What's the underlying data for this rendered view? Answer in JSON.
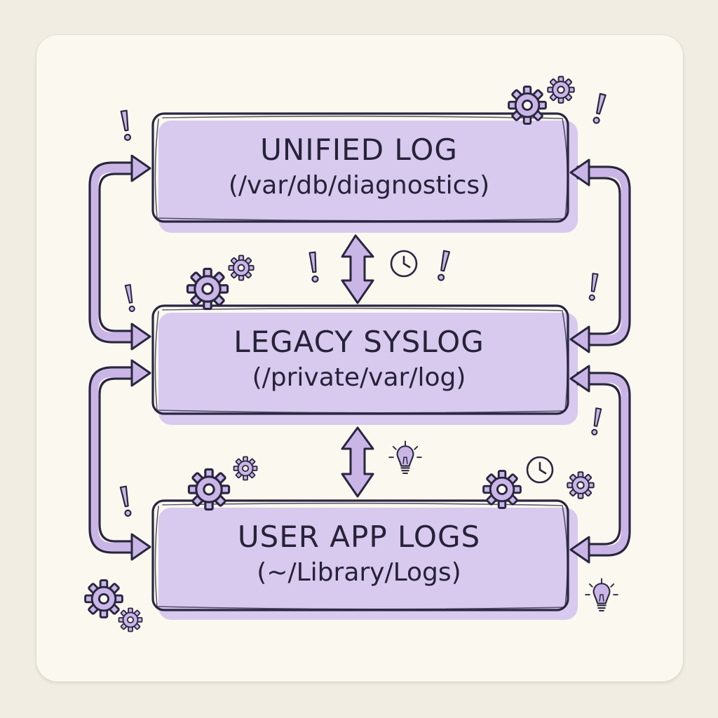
{
  "diagram": {
    "nodes": [
      {
        "id": "unified",
        "title": "UNIFIED LOG",
        "path": "(/var/db/diagnostics)"
      },
      {
        "id": "legacy",
        "title": "LEGACY SYSLOG",
        "path": "(/private/var/log)"
      },
      {
        "id": "user",
        "title": "USER APP LOGS",
        "path": "(~/Library/Logs)"
      }
    ],
    "edges": [
      {
        "from": "unified",
        "to": "legacy",
        "style": "double-arrow"
      },
      {
        "from": "legacy",
        "to": "user",
        "style": "double-arrow"
      },
      {
        "from": "unified",
        "to": "legacy",
        "style": "left-loop"
      },
      {
        "from": "unified",
        "to": "legacy",
        "style": "right-loop"
      },
      {
        "from": "legacy",
        "to": "user",
        "style": "left-loop"
      },
      {
        "from": "legacy",
        "to": "user",
        "style": "right-loop"
      }
    ],
    "decorations": [
      "gear-icon",
      "exclamation-icon",
      "clock-icon",
      "lightbulb-icon"
    ],
    "colors": {
      "ink": "#2a2540",
      "accent": "#c9b6e6",
      "card": "#fbf9ef",
      "background": "#f1ede2"
    }
  }
}
